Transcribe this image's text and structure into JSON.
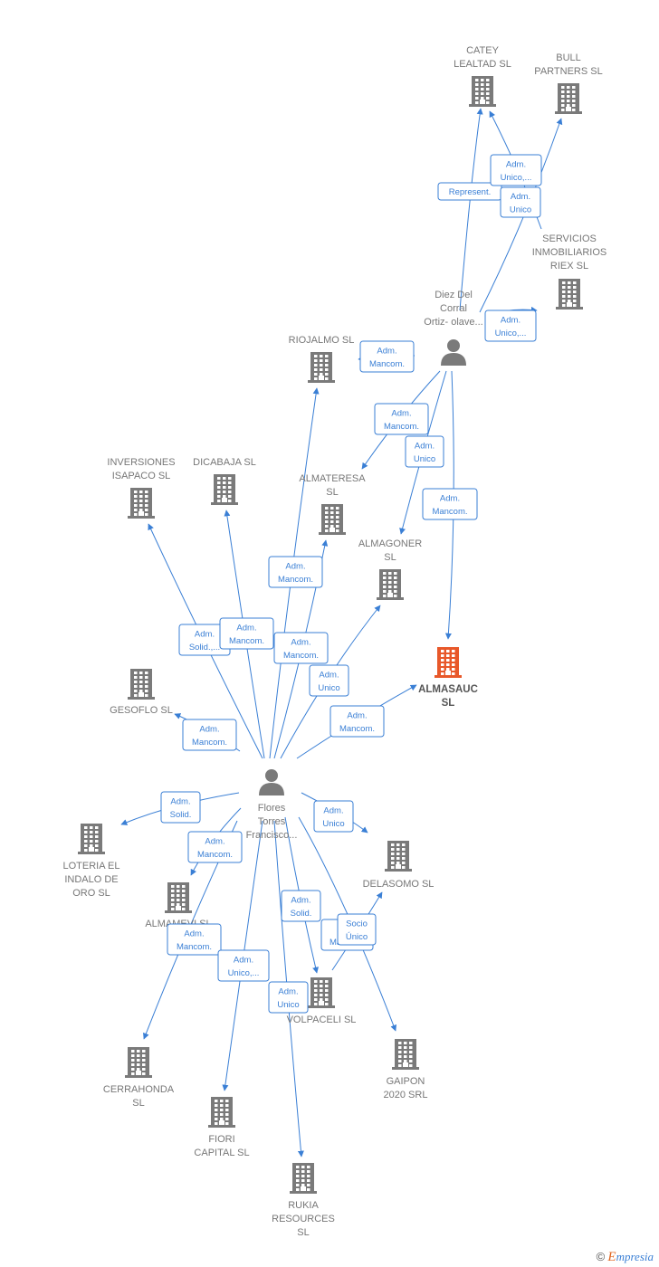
{
  "colors": {
    "edge": "#3a7fd5",
    "company": "#7a7a7a",
    "focus_company": "#e8582a",
    "person": "#7a7a7a"
  },
  "footer": {
    "copyright": "©",
    "brand_initial": "E",
    "brand_rest": "mpresia"
  },
  "nodes": [
    {
      "id": "catey",
      "type": "company",
      "icon": "building-icon",
      "label": [
        "CATEY",
        "LEALTAD  SL"
      ]
    },
    {
      "id": "bull",
      "type": "company",
      "icon": "building-icon",
      "label": [
        "BULL",
        "PARTNERS  SL"
      ]
    },
    {
      "id": "servicios",
      "type": "company",
      "icon": "building-icon",
      "label": [
        "SERVICIOS",
        "INMOBILIARIOS",
        "RIEX SL"
      ]
    },
    {
      "id": "diez",
      "type": "person",
      "icon": "person-icon",
      "label": [
        "Diez Del",
        "Corral",
        "Ortiz- olave..."
      ]
    },
    {
      "id": "riojalmo",
      "type": "company",
      "icon": "building-icon",
      "label": [
        "RIOJALMO  SL"
      ]
    },
    {
      "id": "inversiones",
      "type": "company",
      "icon": "building-icon",
      "label": [
        "INVERSIONES",
        "ISAPACO  SL"
      ]
    },
    {
      "id": "dicabaja",
      "type": "company",
      "icon": "building-icon",
      "label": [
        "DICABAJA SL"
      ]
    },
    {
      "id": "almateresa",
      "type": "company",
      "icon": "building-icon",
      "label": [
        "ALMATERESA",
        "SL"
      ]
    },
    {
      "id": "almagoner",
      "type": "company",
      "icon": "building-icon",
      "label": [
        "ALMAGONER",
        "SL"
      ]
    },
    {
      "id": "almasauc",
      "type": "company",
      "icon": "building-icon",
      "focus": true,
      "label": [
        "ALMASAUC",
        "SL"
      ]
    },
    {
      "id": "gesoflo",
      "type": "company",
      "icon": "building-icon",
      "label": [
        "GESOFLO  SL"
      ]
    },
    {
      "id": "flores",
      "type": "person",
      "icon": "person-icon",
      "label": [
        "Flores",
        "Torres",
        "Francisco..."
      ]
    },
    {
      "id": "loteria",
      "type": "company",
      "icon": "building-icon",
      "label": [
        "LOTERIA EL",
        "INDALO DE",
        "ORO  SL"
      ]
    },
    {
      "id": "almamevi",
      "type": "company",
      "icon": "building-icon",
      "label": [
        "ALMAMEVI  SL"
      ]
    },
    {
      "id": "delasomo",
      "type": "company",
      "icon": "building-icon",
      "label": [
        "DELASOMO  SL"
      ]
    },
    {
      "id": "volpaceli",
      "type": "company",
      "icon": "building-icon",
      "label": [
        "VOLPACELI SL"
      ]
    },
    {
      "id": "cerrahonda",
      "type": "company",
      "icon": "building-icon",
      "label": [
        "CERRAHONDA",
        "SL"
      ]
    },
    {
      "id": "gaipon",
      "type": "company",
      "icon": "building-icon",
      "label": [
        "GAIPON",
        "2020 SRL"
      ]
    },
    {
      "id": "fiori",
      "type": "company",
      "icon": "building-icon",
      "label": [
        "FIORI",
        "CAPITAL  SL"
      ]
    },
    {
      "id": "rukia",
      "type": "company",
      "icon": "building-icon",
      "label": [
        "RUKIA",
        "RESOURCES",
        "SL"
      ]
    }
  ],
  "edges": [
    {
      "from": "diez",
      "to": "catey",
      "label": [
        "Represent."
      ]
    },
    {
      "from": "servicios",
      "to": "catey",
      "label": [
        "Adm.",
        "Unico,..."
      ]
    },
    {
      "from": "diez",
      "to": "bull",
      "label": [
        "Adm.",
        "Unico"
      ]
    },
    {
      "from": "diez",
      "to": "servicios",
      "label": [
        "Adm.",
        "Unico,..."
      ]
    },
    {
      "from": "diez",
      "to": "riojalmo",
      "label": [
        "Adm.",
        "Mancom."
      ]
    },
    {
      "from": "diez",
      "to": "almateresa",
      "label": [
        "Adm.",
        "Mancom."
      ]
    },
    {
      "from": "diez",
      "to": "almagoner",
      "label": [
        "Adm.",
        "Unico"
      ]
    },
    {
      "from": "diez",
      "to": "almasauc",
      "label": [
        "Adm.",
        "Mancom."
      ]
    },
    {
      "from": "flores",
      "to": "inversiones",
      "label": [
        "Adm.",
        "Solid.,..."
      ]
    },
    {
      "from": "flores",
      "to": "dicabaja",
      "label": [
        "Adm.",
        "Mancom."
      ]
    },
    {
      "from": "flores",
      "to": "riojalmo",
      "label": [
        "Adm.",
        "Mancom."
      ]
    },
    {
      "from": "flores",
      "to": "almateresa",
      "label": [
        "Adm.",
        "Mancom."
      ]
    },
    {
      "from": "flores",
      "to": "almagoner",
      "label": [
        "Adm.",
        "Unico"
      ]
    },
    {
      "from": "flores",
      "to": "almasauc",
      "label": [
        "Adm.",
        "Mancom."
      ]
    },
    {
      "from": "flores",
      "to": "gesoflo",
      "label": [
        "Adm.",
        "Mancom."
      ]
    },
    {
      "from": "flores",
      "to": "loteria",
      "label": [
        "Adm.",
        "Solid."
      ]
    },
    {
      "from": "flores",
      "to": "almamevi",
      "label": [
        "Adm.",
        "Mancom."
      ]
    },
    {
      "from": "flores",
      "to": "delasomo",
      "label": [
        "Adm.",
        "Unico"
      ]
    },
    {
      "from": "flores",
      "to": "volpaceli",
      "label": [
        "Adm.",
        "Solid."
      ]
    },
    {
      "from": "flores",
      "to": "gaipon",
      "label": [
        "Adm.",
        "Mancom."
      ]
    },
    {
      "from": "volpaceli",
      "to": "delasomo",
      "label": [
        "Socio",
        "Único"
      ]
    },
    {
      "from": "flores",
      "to": "cerrahonda",
      "label": [
        "Adm.",
        "Mancom."
      ]
    },
    {
      "from": "flores",
      "to": "fiori",
      "label": [
        "Adm.",
        "Unico,..."
      ]
    },
    {
      "from": "flores",
      "to": "rukia",
      "label": [
        "Adm.",
        "Unico"
      ]
    }
  ]
}
